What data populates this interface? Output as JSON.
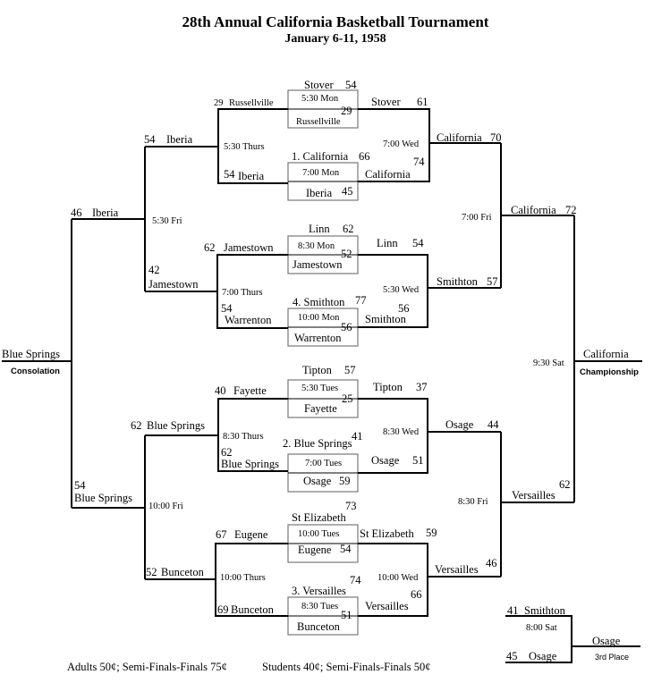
{
  "title": "28th Annual California Basketball Tournament",
  "subtitle": "January 6-11, 1958",
  "footer": {
    "adults": "Adults 50¢; Semi-Finals-Finals 75¢",
    "students": "Students 40¢; Semi-Finals-Finals 50¢"
  },
  "first_round": [
    {
      "time": "5:30 Mon",
      "top": {
        "team": "Stover",
        "score": "54"
      },
      "bottom": {
        "team": "Russellville",
        "score": "29"
      }
    },
    {
      "time": "7:00 Mon",
      "top": {
        "team": "1. California",
        "score": "66"
      },
      "bottom": {
        "team": "Iberia",
        "score": "45"
      }
    },
    {
      "time": "8:30 Mon",
      "top": {
        "team": "Linn",
        "score": "62"
      },
      "bottom": {
        "team": "Jamestown",
        "score": "52"
      }
    },
    {
      "time": "10:00 Mon",
      "top": {
        "team": "4. Smithton",
        "score": "77"
      },
      "bottom": {
        "team": "Warrenton",
        "score": "56"
      }
    },
    {
      "time": "5:30 Tues",
      "top": {
        "team": "Tipton",
        "score": "57"
      },
      "bottom": {
        "team": "Fayette",
        "score": "25"
      }
    },
    {
      "time": "7:00 Tues",
      "top": {
        "team": "2. Blue Springs",
        "score": "41"
      },
      "bottom": {
        "team": "Osage",
        "score": "59"
      }
    },
    {
      "time": "10:00 Tues",
      "top": {
        "team": "St Elizabeth",
        "score": "73"
      },
      "bottom": {
        "team": "Eugene",
        "score": "54"
      }
    },
    {
      "time": "8:30 Tues",
      "top": {
        "team": "3. Versailles",
        "score": "74"
      },
      "bottom": {
        "team": "Bunceton",
        "score": "51"
      }
    }
  ],
  "winners_r2": {
    "stover": {
      "team": "Stover",
      "score": "61"
    },
    "california": {
      "team": "California",
      "score": "74"
    },
    "linn": {
      "team": "Linn",
      "score": "54"
    },
    "smithton": {
      "team": "Smithton",
      "score": "56"
    },
    "tipton": {
      "team": "Tipton",
      "score": "37"
    },
    "osage": {
      "team": "Osage",
      "score": "51"
    },
    "st_elizabeth": {
      "team": "St Elizabeth",
      "score": "59"
    },
    "versailles": {
      "team": "Versailles",
      "score": "66"
    }
  },
  "winners_r3": {
    "california": {
      "team": "California",
      "score": "70",
      "time": "7:00 Wed"
    },
    "smithton": {
      "team": "Smithton",
      "score": "57",
      "time": "5:30 Wed"
    },
    "osage": {
      "team": "Osage",
      "score": "44",
      "time": "8:30 Wed"
    },
    "versailles": {
      "team": "Versailles",
      "score": "46",
      "time": "10:00 Wed"
    }
  },
  "semis": {
    "california": {
      "team": "California",
      "score": "72",
      "time": "7:00 Fri"
    },
    "versailles": {
      "team": "Versailles",
      "score": "62",
      "time": "8:30 Fri"
    }
  },
  "champion": {
    "team": "California",
    "label": "Championship",
    "time": "9:30 Sat"
  },
  "consolation_r1": [
    {
      "team": "Russellville",
      "score": "29",
      "time": "5:30 Thurs"
    },
    {
      "team": "Iberia",
      "score": "54"
    },
    {
      "team": "Jamestown",
      "score": "62",
      "time": "7:00 Thurs"
    },
    {
      "team": "Warrenton",
      "score": "54"
    },
    {
      "team": "Fayette",
      "score": "40",
      "time": "8:30 Thurs"
    },
    {
      "team": "Blue Springs",
      "score": "62"
    },
    {
      "team": "Eugene",
      "score": "67",
      "time": "10:00 Thurs"
    },
    {
      "team": "Bunceton",
      "score": "69"
    }
  ],
  "consolation_r2": [
    {
      "team": "Iberia",
      "score": "54",
      "time": "5:30 Fri"
    },
    {
      "team": "Jamestown",
      "score": "42"
    },
    {
      "team": "Blue Springs",
      "score": "62",
      "time": "10:00 Fri"
    },
    {
      "team": "Bunceton",
      "score": "52"
    }
  ],
  "consolation_r3": [
    {
      "team": "Iberia",
      "score": "46"
    },
    {
      "team": "Blue Springs",
      "score": "54"
    }
  ],
  "consolation_champion": {
    "team": "Blue Springs",
    "label": "Consolation"
  },
  "third_place": {
    "time": "8:00 Sat",
    "top": {
      "team": "Smithton",
      "score": "41"
    },
    "bottom": {
      "team": "Osage",
      "score": "45"
    },
    "winner": "Osage",
    "label": "3rd Place"
  }
}
